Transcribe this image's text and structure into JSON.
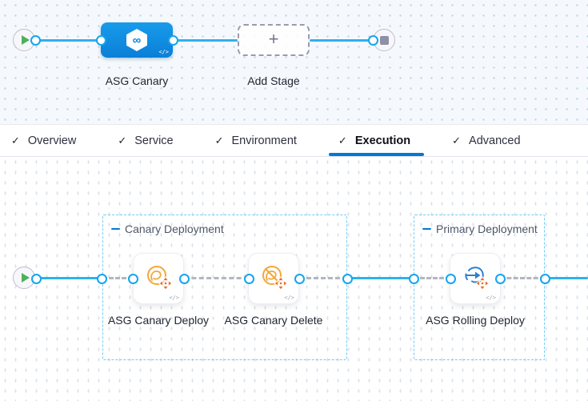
{
  "colors": {
    "accent_blue": "#0278d5",
    "flow_line_blue": "#2eb1f0",
    "stage_node_blue": "#0b85dd",
    "group_border_blue": "#74cbf3",
    "canary_icon_orange": "#f3a73a",
    "cross_arrow_orange": "#ec6c28",
    "rolling_icon_blue": "#2e7fd0",
    "play_green": "#4cb25a"
  },
  "icons": {
    "check": "✓",
    "plus": "+",
    "infinity": "∞",
    "code": "</>"
  },
  "top_pipeline": {
    "stage_name": "ASG Canary",
    "add_stage_label": "Add Stage"
  },
  "tabs": [
    {
      "label": "Overview",
      "active": false
    },
    {
      "label": "Service",
      "active": false
    },
    {
      "label": "Environment",
      "active": false
    },
    {
      "label": "Execution",
      "active": true
    },
    {
      "label": "Advanced",
      "active": false
    }
  ],
  "execution_flow": {
    "groups": [
      {
        "label": "Canary Deployment",
        "steps": [
          {
            "name": "ASG Canary Deploy"
          },
          {
            "name": "ASG Canary Delete"
          }
        ]
      },
      {
        "label": "Primary Deployment",
        "steps": [
          {
            "name": "ASG Rolling Deploy"
          }
        ]
      }
    ]
  }
}
